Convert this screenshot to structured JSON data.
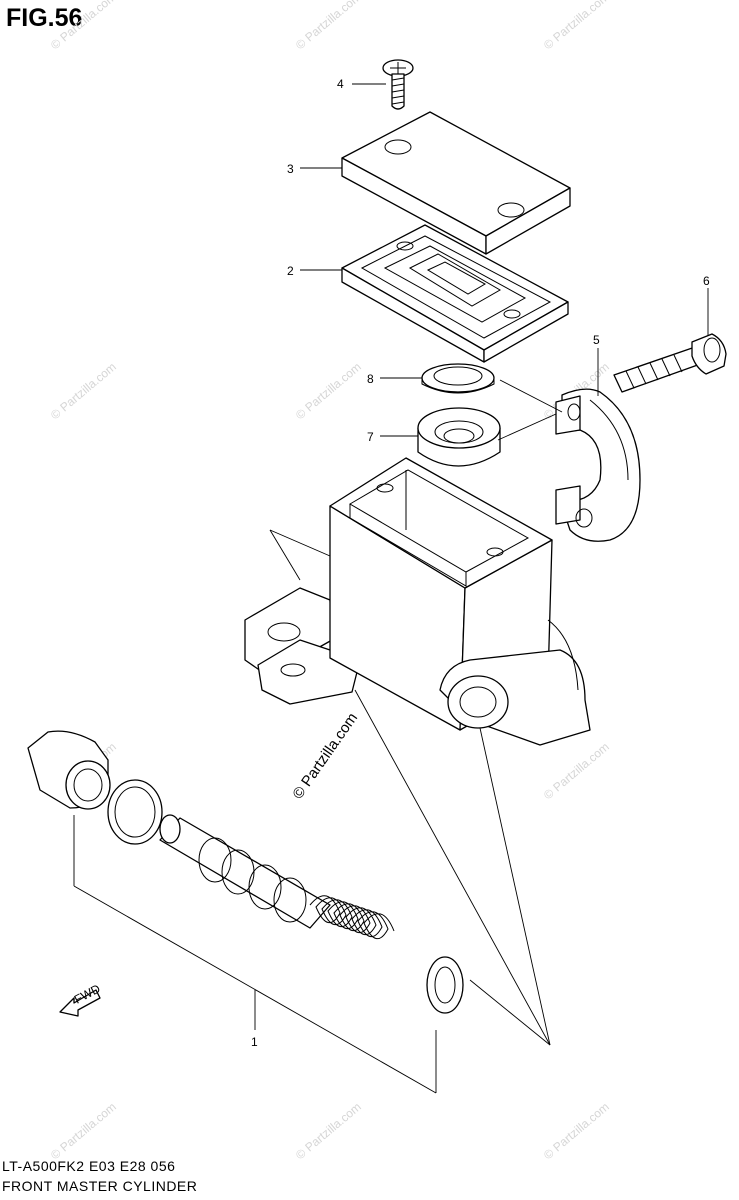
{
  "figure": {
    "title": "FIG.56",
    "model_line": "LT-A500FK2 E03 E28 056",
    "caption": "FRONT MASTER CYLINDER"
  },
  "callouts": [
    "1",
    "2",
    "3",
    "4",
    "5",
    "6",
    "7",
    "8"
  ],
  "watermark": {
    "text": "© Partzilla.com",
    "color": "#d6d6d6"
  },
  "direction_arrow": {
    "label": "FWD"
  }
}
